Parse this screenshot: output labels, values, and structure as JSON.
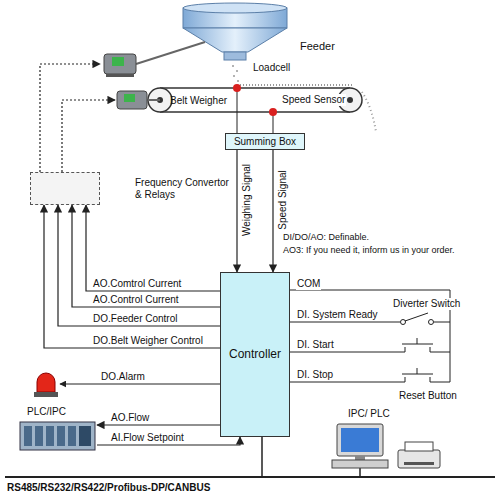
{
  "diagram": {
    "nodes": [
      {
        "text": [
          "Feeder"
        ]
      },
      {
        "text": [
          "Belt Weigher"
        ]
      },
      {
        "text": [
          "Summing Box"
        ]
      },
      {
        "text": [
          "Frequency Convertor & Relays"
        ]
      },
      {
        "text": [
          "Controller"
        ]
      },
      {
        "text": [
          "PLC/IPC"
        ]
      },
      {
        "text": [
          "IPC/ PLC"
        ]
      }
    ],
    "edges": [
      {
        "from": 2,
        "to": 4,
        "label": "Weighing Signal",
        "arrow": "to"
      },
      {
        "from": 2,
        "to": 4,
        "label": "Speed Signal",
        "arrow": "to"
      },
      {
        "from": 4,
        "to": 3,
        "label": "AO.Comtrol Current",
        "arrow": "to"
      },
      {
        "from": 4,
        "to": 3,
        "label": "AO.Control Current",
        "arrow": "to"
      },
      {
        "from": 4,
        "to": 3,
        "label": "DO.Feeder Control",
        "arrow": "to"
      },
      {
        "from": 4,
        "to": 3,
        "label": "DO.Belt Weigher Control",
        "arrow": "to"
      },
      {
        "from": 3,
        "to": 0,
        "arrow": "to"
      },
      {
        "from": 3,
        "to": 1,
        "arrow": "to"
      },
      {
        "from": 4,
        "to": 5,
        "label": "AO.Flow",
        "arrow": "to"
      },
      {
        "from": 5,
        "to": 4,
        "label": "AI.Flow Setpoint",
        "arrow": "to"
      }
    ],
    "labels": [
      "Loadcell",
      "Speed Sensor",
      "DI/DO/AO: Definable.",
      "AO3: If you need it, inform us in your order.",
      "COM",
      "DI. System Ready",
      "DI. Start",
      "DI. Stop",
      "Diverter Switch",
      "Reset Button",
      "DO.Alarm",
      "RS485/RS232/RS422/Profibus-DP/CANBUS"
    ]
  }
}
